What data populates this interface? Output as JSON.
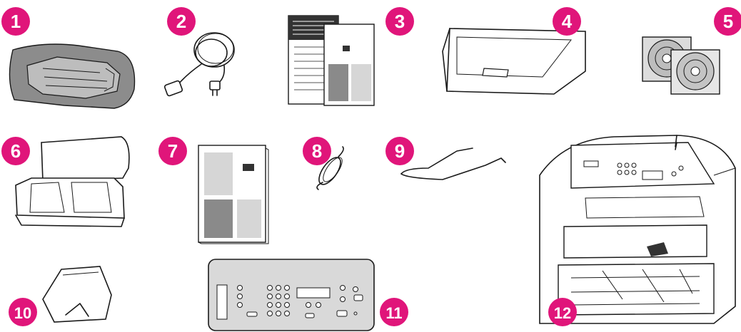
{
  "badge_color": "#e0157a",
  "items": [
    {
      "number": "1",
      "icon": "print-cartridge-icon"
    },
    {
      "number": "2",
      "icon": "power-cord-icon"
    },
    {
      "number": "3",
      "icon": "getting-started-guide-icon"
    },
    {
      "number": "4",
      "icon": "media-tray-cover-icon"
    },
    {
      "number": "5",
      "icon": "software-cds-icon"
    },
    {
      "number": "6",
      "icon": "input-tray-icon"
    },
    {
      "number": "7",
      "icon": "user-guide-icon"
    },
    {
      "number": "8",
      "icon": "phone-cord-icon"
    },
    {
      "number": "9",
      "icon": "wire-support-icon"
    },
    {
      "number": "10",
      "icon": "output-bin-icon"
    },
    {
      "number": "11",
      "icon": "control-panel-overlay-icon"
    },
    {
      "number": "12",
      "icon": "all-in-one-printer-icon"
    }
  ]
}
